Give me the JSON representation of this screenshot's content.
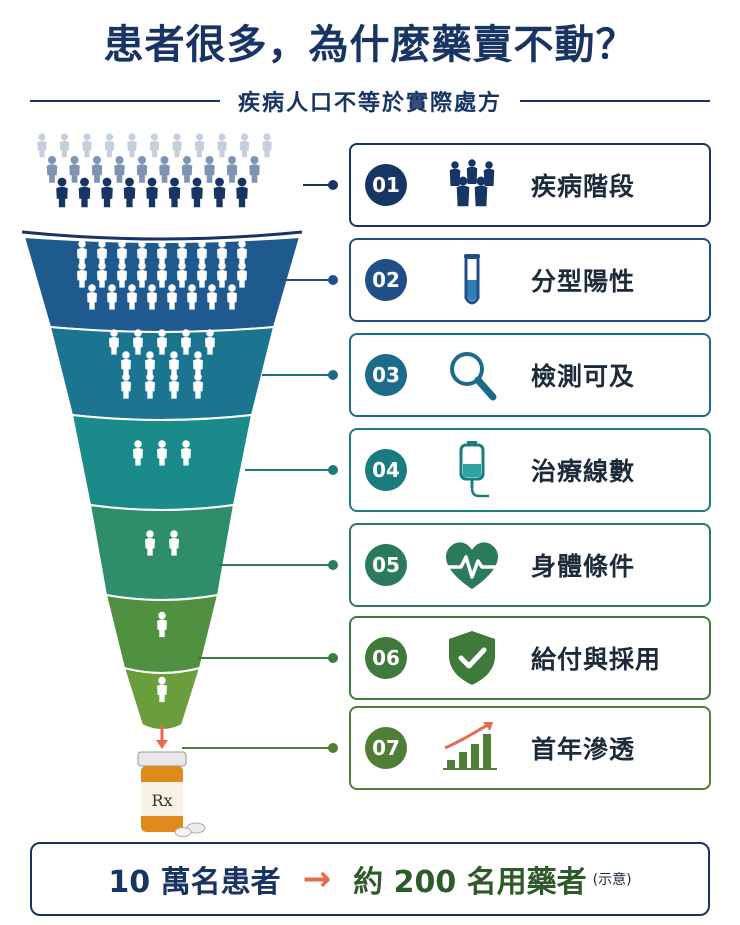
{
  "header": {
    "title": "患者很多，為什麼藥賣不動？",
    "subtitle": "疾病人口不等於實際處方"
  },
  "steps": [
    {
      "num": "01",
      "label": "疾病階段",
      "icon": "people-group-icon",
      "color": "#173463"
    },
    {
      "num": "02",
      "label": "分型陽性",
      "icon": "test-tube-icon",
      "color": "#1f4f86"
    },
    {
      "num": "03",
      "label": "檢測可及",
      "icon": "magnifier-icon",
      "color": "#1c6b8a"
    },
    {
      "num": "04",
      "label": "治療線數",
      "icon": "iv-bag-icon",
      "color": "#1b7c80"
    },
    {
      "num": "05",
      "label": "身體條件",
      "icon": "heartbeat-icon",
      "color": "#2a7a5c"
    },
    {
      "num": "06",
      "label": "給付與採用",
      "icon": "shield-check-icon",
      "color": "#3e7a3a"
    },
    {
      "num": "07",
      "label": "首年滲透",
      "icon": "growth-chart-icon",
      "color": "#4e7f34"
    }
  ],
  "funnel": {
    "colors": [
      "#173463",
      "#1f5a8e",
      "#1c7590",
      "#1b8a8a",
      "#2f8e6a",
      "#4f9140",
      "#6a9e3c"
    ],
    "people_counts": [
      0,
      26,
      13,
      3,
      2,
      1,
      1
    ]
  },
  "bottom": {
    "left_text": "10 萬名患者",
    "arrow": "→",
    "right_text": "約 200 名用藥者",
    "note": "(示意)"
  }
}
